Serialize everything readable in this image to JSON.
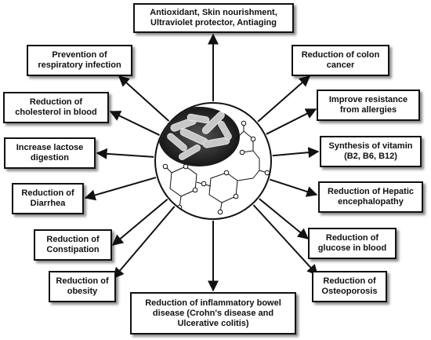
{
  "center": {
    "image": "probiotic-bacteria-and-oligosaccharide-molecule",
    "colors": {
      "bacteria_dark": "#1a1a1a",
      "bacteria_light": "#bdbdbd",
      "atom_fill": "#ffffff",
      "line": "#111111"
    }
  },
  "benefits": [
    {
      "id": "antioxidant",
      "label": "Antioxidant, Skin nourishment,\nUltraviolet protector, Antiaging"
    },
    {
      "id": "colon-cancer",
      "label": "Reduction of colon\ncancer"
    },
    {
      "id": "allergies",
      "label": "Improve resistance\nfrom allergies"
    },
    {
      "id": "vitamin",
      "label": "Synthesis of vitamin\n(B2, B6, B12)"
    },
    {
      "id": "hepatic",
      "label": "Reduction of Hepatic\nencephalopathy"
    },
    {
      "id": "glucose",
      "label": "Reduction of\nglucose in blood"
    },
    {
      "id": "osteoporosis",
      "label": "Reduction of\nOsteoporosis"
    },
    {
      "id": "ibd",
      "label": "Reduction of inflammatory bowel\ndisease (Crohn's disease and\nUlcerative colitis)"
    },
    {
      "id": "obesity",
      "label": "Reduction of\nobesity"
    },
    {
      "id": "constipation",
      "label": "Reduction of\nConstipation"
    },
    {
      "id": "diarrhea",
      "label": "Reduction of\nDiarrhea"
    },
    {
      "id": "lactose",
      "label": "Increase lactose\ndigestion"
    },
    {
      "id": "cholesterol",
      "label": "Reduction of\ncholesterol in blood"
    },
    {
      "id": "respiratory",
      "label": "Prevention of\nrespiratory infection"
    }
  ]
}
